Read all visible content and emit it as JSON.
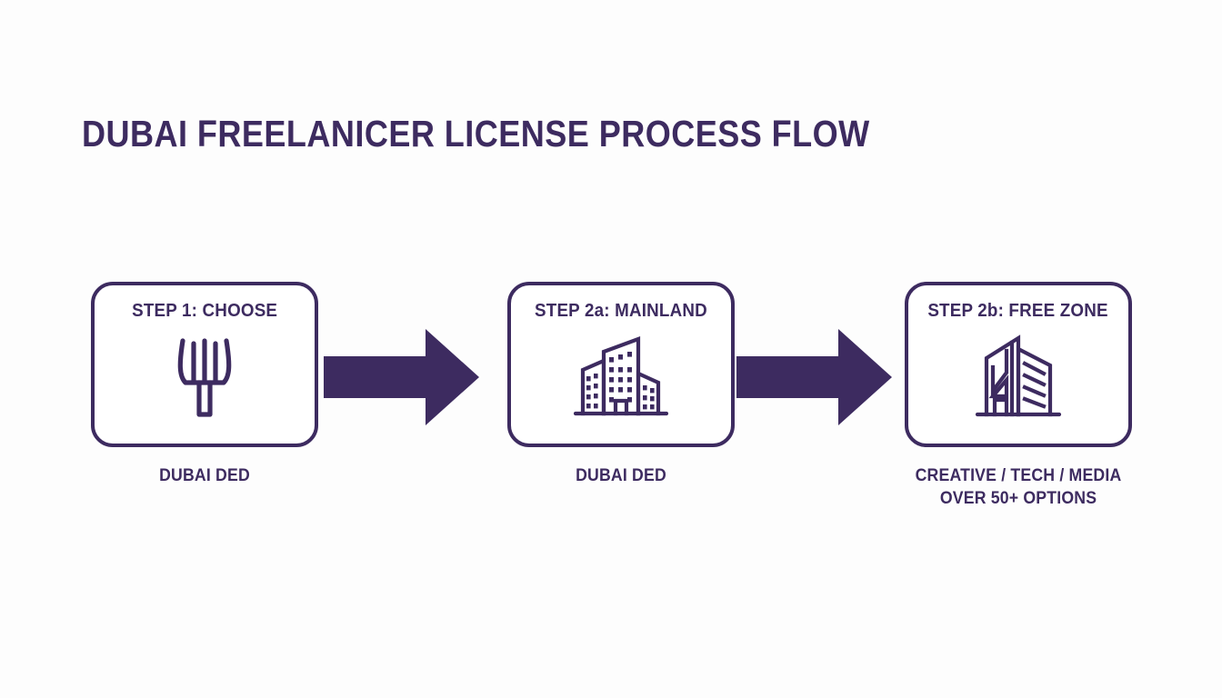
{
  "title": "DUBAI FREELANICER LICENSE PROCESS FLOW",
  "colors": {
    "accent": "#3d2b60",
    "background": "#fdfdfd",
    "card_fill": "#ffffff"
  },
  "flow": {
    "steps": [
      {
        "id": "step-1",
        "title": "STEP 1: CHOOSE",
        "icon": "trident-icon",
        "caption_lines": [
          "DUBAI DED"
        ]
      },
      {
        "id": "step-2a",
        "title": "STEP 2a: MAINLAND",
        "icon": "city-buildings-icon",
        "caption_lines": [
          "DUBAI DED"
        ]
      },
      {
        "id": "step-2b",
        "title": "STEP 2b: FREE ZONE",
        "icon": "office-tower-icon",
        "caption_lines": [
          "CREATIVE / TECH / MEDIA",
          "OVER 50+ OPTIONS"
        ]
      }
    ],
    "connectors": [
      {
        "id": "connector-1",
        "icon": "arrow-right-icon",
        "from": "step-1",
        "to": "step-2a"
      },
      {
        "id": "connector-2",
        "icon": "arrow-right-icon",
        "from": "step-2a",
        "to": "step-2b"
      }
    ]
  }
}
